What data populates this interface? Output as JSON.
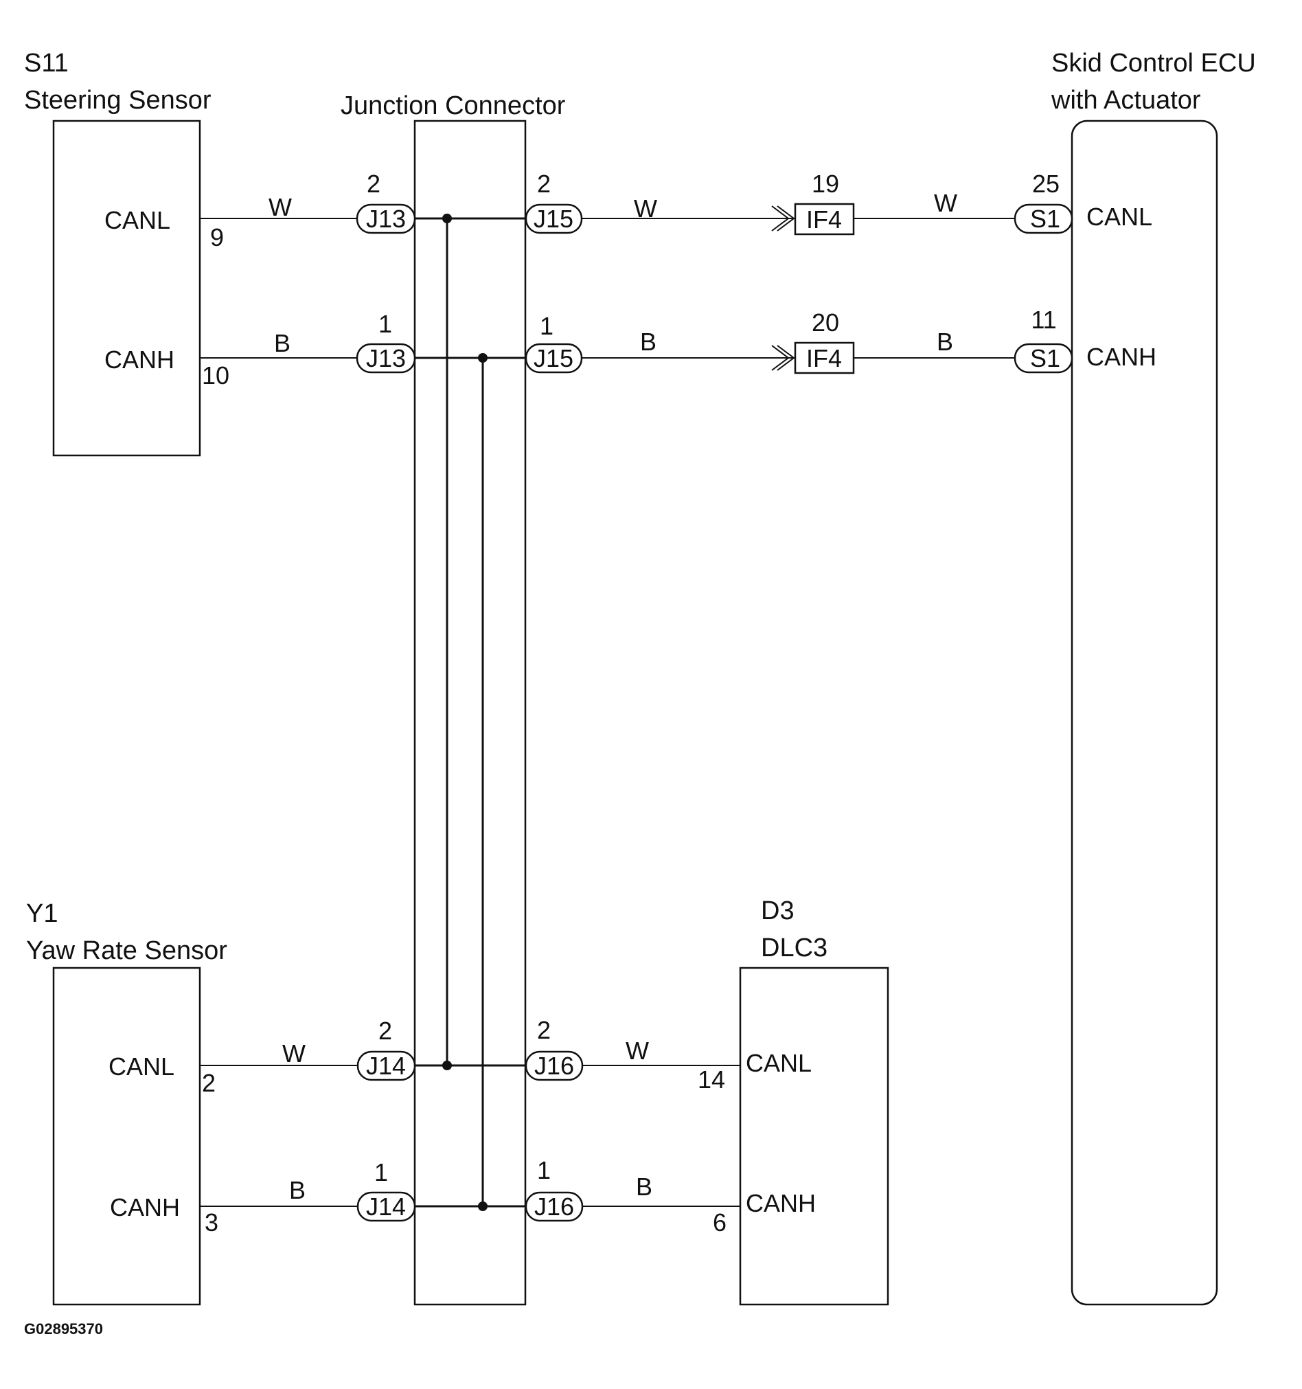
{
  "components": {
    "steering_sensor": {
      "code": "S11",
      "name": "Steering Sensor",
      "pin_canl": "CANL",
      "pin_canh": "CANH",
      "term_canl": "9",
      "term_canh": "10"
    },
    "junction_connector": {
      "name": "Junction Connector"
    },
    "skid_ecu": {
      "name_line1": "Skid Control ECU",
      "name_line2": "with Actuator",
      "pin_canl": "CANL",
      "pin_canh": "CANH"
    },
    "yaw_sensor": {
      "code": "Y1",
      "name": "Yaw Rate Sensor",
      "pin_canl": "CANL",
      "pin_canh": "CANH",
      "term_canl": "2",
      "term_canh": "3"
    },
    "dlc3": {
      "code": "D3",
      "name": "DLC3",
      "pin_canl": "CANL",
      "pin_canh": "CANH",
      "term_canl": "14",
      "term_canh": "6"
    }
  },
  "connectors": {
    "j13_canl": {
      "label": "J13",
      "pin": "2"
    },
    "j13_canh": {
      "label": "J13",
      "pin": "1"
    },
    "j15_canl": {
      "label": "J15",
      "pin": "2"
    },
    "j15_canh": {
      "label": "J15",
      "pin": "1"
    },
    "if4_canl": {
      "label": "IF4",
      "pin": "19"
    },
    "if4_canh": {
      "label": "IF4",
      "pin": "20"
    },
    "s1_canl": {
      "label": "S1",
      "pin": "25"
    },
    "s1_canh": {
      "label": "S1",
      "pin": "11"
    },
    "j14_canl": {
      "label": "J14",
      "pin": "2"
    },
    "j14_canh": {
      "label": "J14",
      "pin": "1"
    },
    "j16_canl": {
      "label": "J16",
      "pin": "2"
    },
    "j16_canh": {
      "label": "J16",
      "pin": "1"
    }
  },
  "wire_colors": {
    "s11_j13_canl": "W",
    "j15_if4_canl": "W",
    "if4_s1_canl": "W",
    "s11_j13_canh": "B",
    "j15_if4_canh": "B",
    "if4_s1_canh": "B",
    "y1_j14_canl": "W",
    "j16_d3_canl": "W",
    "y1_j14_canh": "B",
    "j16_d3_canh": "B"
  },
  "figure_id": "G02895370"
}
